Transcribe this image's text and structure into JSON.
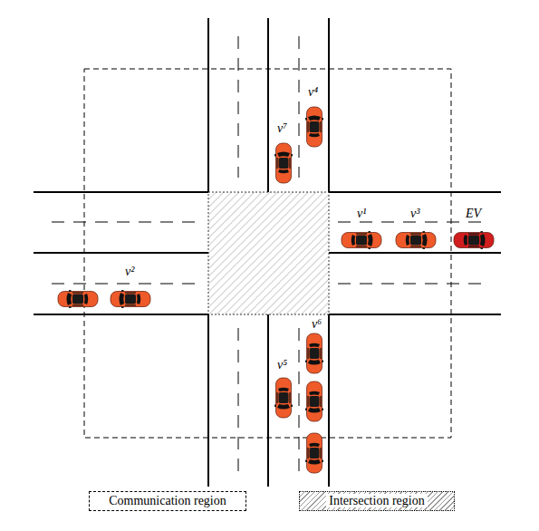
{
  "diagram": {
    "labels": [
      "v⁷",
      "v⁴",
      "v¹",
      "v³",
      "EV",
      "v²",
      "v⁶",
      "v⁵"
    ],
    "legend": [
      {
        "text": "Communication region"
      },
      {
        "text": "Intersection region"
      }
    ]
  }
}
